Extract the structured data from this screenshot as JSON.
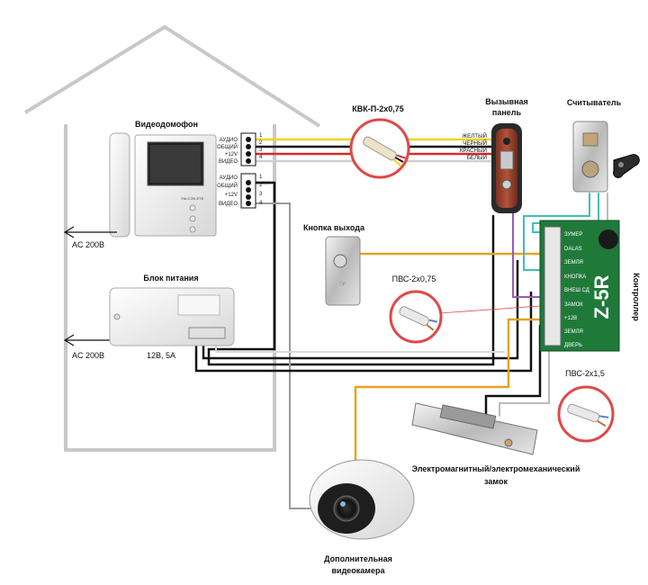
{
  "labels": {
    "intercom": "Видеодомофон",
    "cable_kvk": "КВК-П-2х0,75",
    "call_panel_line1": "Вызывная",
    "call_panel_line2": "панель",
    "reader": "Считыватель",
    "exit_button": "Кнопка выхода",
    "psu": "Блок питания",
    "psu_rating": "12В, 5А",
    "ac_top": "AC 200В",
    "ac_bottom": "AC 200В",
    "cable_pvs_075": "ПВС-2х0,75",
    "cable_pvs_15": "ПВС-2х1,5",
    "lock_line1": "Электромагнитный/электромеханический",
    "lock_line2": "замок",
    "camera_line1": "Дополнительная",
    "camera_line2": "видеокамера",
    "controller": "Контроллер",
    "controller_model": "Z-5R",
    "intercom_brand": "FALCON EYE"
  },
  "terminal_block_top": [
    {
      "name": "АУДИО",
      "num": "1"
    },
    {
      "name": "ОБЩИЙ",
      "num": "2"
    },
    {
      "name": "+12V",
      "num": "3"
    },
    {
      "name": "ВИДЕО",
      "num": "4"
    }
  ],
  "terminal_block_bottom": [
    {
      "name": "АУДИО",
      "num": "1"
    },
    {
      "name": "ОБЩИЙ",
      "num": "2"
    },
    {
      "name": "+12V",
      "num": "3"
    },
    {
      "name": "ВИДЕО",
      "num": "4"
    }
  ],
  "wire_colors": [
    {
      "label": "ЖЕЛТЫЙ",
      "color": "#f2d21b"
    },
    {
      "label": "ЧЕРНЫЙ",
      "color": "#111111"
    },
    {
      "label": "КРАСНЫЙ",
      "color": "#d62a2a"
    },
    {
      "label": "БЕЛЫЙ",
      "color": "#cfcfcf"
    }
  ],
  "controller_terminals": [
    "ЗУМЕР",
    "DALAS",
    "ЗЕМЛЯ",
    "КНОПКА",
    "ВНЕШ СД",
    "ЗАМОК",
    "+12В",
    "ЗЕМЛЯ",
    "ДВЕРЬ"
  ],
  "colors": {
    "house_outline": "#c8c8c8",
    "controller_green": "#1f7a3a",
    "callout_ring": "#e04848",
    "wire_orange": "#e6a227",
    "wire_gray": "#9a9a9a",
    "wire_teal": "#3ec0b5",
    "wire_purple": "#9b59b6"
  }
}
